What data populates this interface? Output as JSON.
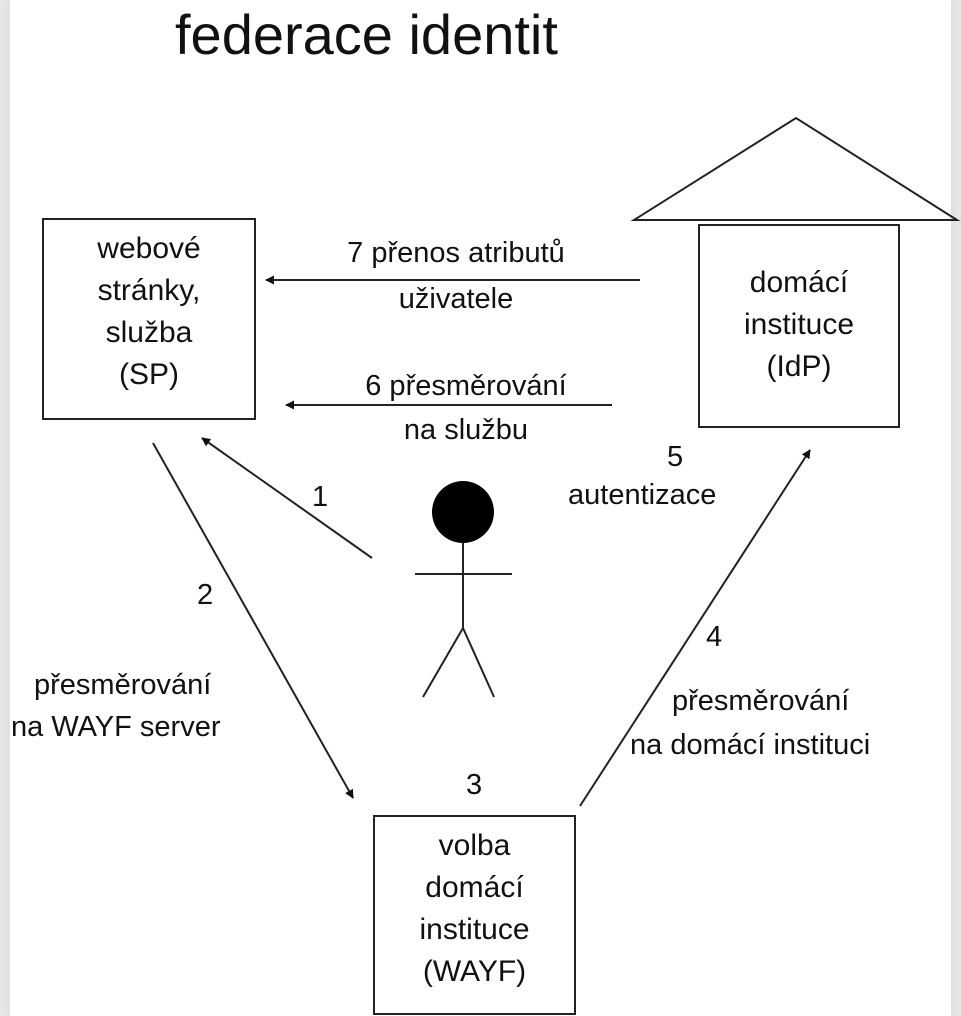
{
  "title": "federace identit",
  "nodes": {
    "sp": {
      "lines": [
        "webové",
        "stránky,",
        "služba",
        "(SP)"
      ]
    },
    "idp": {
      "lines": [
        "domácí",
        "instituce",
        "(IdP)"
      ]
    },
    "wayf": {
      "lines": [
        "volba",
        "domácí",
        "instituce",
        "(WAYF)"
      ]
    },
    "user": {
      "icon": "person-icon"
    }
  },
  "edges": {
    "e1": {
      "number": "1"
    },
    "e2": {
      "number": "2",
      "text_line1": "přesměrování",
      "text_line2": "na WAYF server"
    },
    "e3": {
      "number": "3"
    },
    "e4": {
      "number": "4",
      "text_line1": "přesměrování",
      "text_line2": "na domácí instituci"
    },
    "e5": {
      "number": "5",
      "text": "autentizace"
    },
    "e6": {
      "line1": "6 přesměrování",
      "line2": "na službu"
    },
    "e7": {
      "line1": "7 přenos atributů",
      "line2": "uživatele"
    }
  }
}
